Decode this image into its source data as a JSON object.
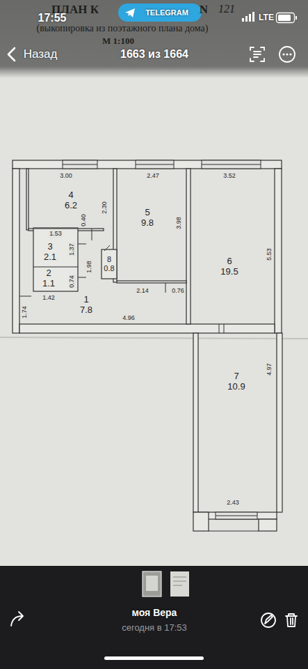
{
  "diagram": {
    "nodes": [
      {
        "text": [
          "4",
          "6.2"
        ]
      },
      {
        "text": [
          "5",
          "9.8"
        ]
      },
      {
        "text": [
          "6",
          "19.5"
        ]
      },
      {
        "text": [
          "3",
          "2.1"
        ]
      },
      {
        "text": [
          "8",
          "0.8"
        ]
      },
      {
        "text": [
          "2",
          "1.1"
        ]
      },
      {
        "text": [
          "1",
          "7.8"
        ]
      },
      {
        "text": [
          "7",
          "10.9"
        ]
      }
    ],
    "labels": [
      "17:55",
      "TELEGRAM",
      "LTE",
      "ПЛАН К",
      "N",
      "121",
      "(выкопировка из поэтажного плана дома)",
      "М 1:100",
      "Назад",
      "1663 из 1664",
      "3.00",
      "2.47",
      "3.52",
      "2.30",
      "3.98",
      "5.53",
      "0.40",
      "1.53",
      "1.37",
      "1.98",
      "0.74",
      "1.42",
      "1.74",
      "2.14",
      "0.76",
      "4.96",
      "4.97",
      "2.43",
      "моя Вера",
      "сегодня в 17:53"
    ]
  }
}
